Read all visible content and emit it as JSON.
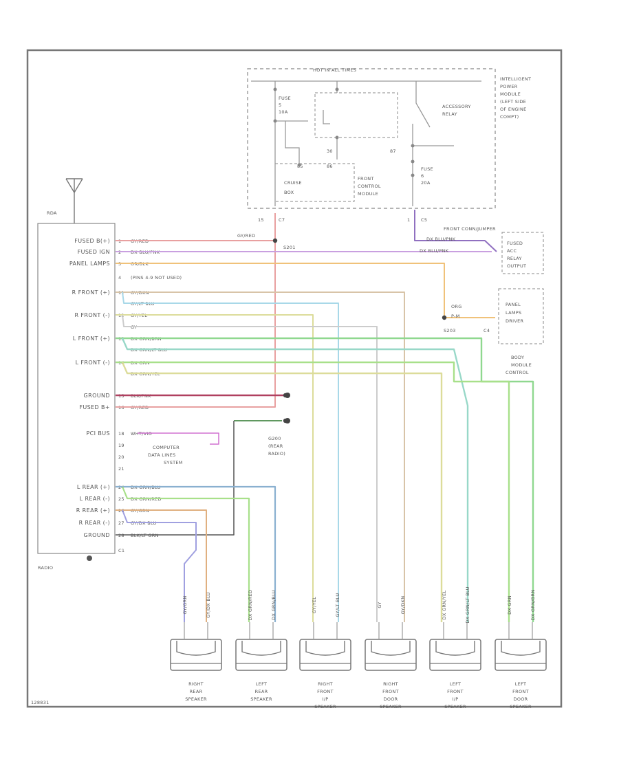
{
  "colors": {
    "red": "#e8a0a0",
    "violet": "#c9a0e0",
    "orange": "#f0c27a",
    "tan": "#d8c4a8",
    "lightblue": "#a8d8e8",
    "yellow": "#dcdc9a",
    "gray": "#cccccc",
    "green": "#8fd88f",
    "darkgreen": "#4a8a4a",
    "lime": "#a8e08a",
    "teal": "#98d8c8",
    "outline": "#777777",
    "darkred": "#b04060",
    "steel": "#8ab0d0",
    "purple": "#9070c0",
    "magenta": "#d070d0"
  },
  "ipm": {
    "box_title": "HOT IN ALL TIMES",
    "module_label": [
      "INTELLIGENT",
      "POWER",
      "MODULE",
      "(LEFT SIDE",
      "OF ENGINE",
      "COMPT)"
    ],
    "fuse_a": [
      "FUSE",
      "5",
      "10A"
    ],
    "relay_label": [
      "ACCESSORY",
      "RELAY"
    ],
    "fuse_b": [
      "FUSE",
      "6",
      "20A"
    ],
    "pcm_label": [
      "FRONT",
      "CONTROL",
      "MODULE"
    ],
    "cruise_label": [
      "CRUISE",
      "BOX"
    ],
    "pin_labels": [
      "30",
      "87",
      "86",
      "85"
    ],
    "connector_left": [
      "15",
      "C7"
    ],
    "connector_right": [
      "1",
      "C5"
    ]
  },
  "splices": {
    "top": "S201",
    "mid": "S203",
    "mid_conn": "C4"
  },
  "antenna_label": "RDA",
  "radio": {
    "label": "RADIO",
    "pins": [
      {
        "name": "FUSED B(+)",
        "num": "1",
        "wire": "GY/RED"
      },
      {
        "name": "FUSED IGN",
        "num": "2",
        "wire": "DX BLU/PNK"
      },
      {
        "name": "PANEL LAMPS",
        "num": "3",
        "wire": "OR/BLK"
      },
      {
        "name": "",
        "num": "4",
        "wire": "(PINS 4-9 NOT USED)"
      },
      {
        "name": "R FRONT (+)",
        "num": "11",
        "wire": "GY/DKN"
      },
      {
        "name": "",
        "num": "",
        "wire": "GY/LT BLU"
      },
      {
        "name": "R FRONT (-)",
        "num": "12",
        "wire": "GY/YEL"
      },
      {
        "name": "",
        "num": "",
        "wire": "GY"
      },
      {
        "name": "L FRONT (+)",
        "num": "13",
        "wire": "DX GRN/BRN"
      },
      {
        "name": "",
        "num": "",
        "wire": "DX GRN/LT BLU"
      },
      {
        "name": "L FRONT (-)",
        "num": "14",
        "wire": "DX GRN"
      },
      {
        "name": "",
        "num": "",
        "wire": "DX GRN/YEL"
      },
      {
        "name": "GROUND",
        "num": "15",
        "wire": "BLK/PNK"
      },
      {
        "name": "FUSED B+",
        "num": "16",
        "wire": "GY/RED"
      },
      {
        "name": "PCI BUS",
        "num": "18",
        "wire": "WHT/VIO"
      },
      {
        "name": "",
        "num": "19",
        "wire": ""
      },
      {
        "name": "",
        "num": "20",
        "wire": ""
      },
      {
        "name": "",
        "num": "21",
        "wire": ""
      },
      {
        "name": "L REAR (+)",
        "num": "24",
        "wire": "DX GRN/BLU"
      },
      {
        "name": "L REAR (-)",
        "num": "25",
        "wire": "DX GRN/RED"
      },
      {
        "name": "R REAR (+)",
        "num": "26",
        "wire": "GY/GRN"
      },
      {
        "name": "R REAR (-)",
        "num": "27",
        "wire": "GY/DX BLU"
      },
      {
        "name": "GROUND",
        "num": "28",
        "wire": "BLK/LT GRN"
      }
    ],
    "connector": "C1"
  },
  "wire_tags": {
    "top_red": "GY/RED",
    "ipm_violet": "DX BLU/PNK",
    "ipm_violet2": "DX BLU/PNK",
    "panel_orange": [
      "ORG",
      "P-M"
    ]
  },
  "modules": {
    "front_conn": "FRONT CONN/JUMPER",
    "fuses_relay": [
      "FUSED",
      "ACC",
      "RELAY",
      "OUTPUT"
    ],
    "panel_lamps": [
      "PANEL",
      "LAMPS",
      "DRIVER"
    ],
    "body_control": [
      "BODY",
      "MODULE",
      "CONTROL"
    ],
    "computer_data": [
      "COMPUTER",
      "DATA LINES",
      "SYSTEM"
    ],
    "ground_rear": [
      "G200",
      "(REAR",
      "RADIO)"
    ]
  },
  "speakers": [
    {
      "label": [
        "RIGHT",
        "REAR",
        "SPEAKER"
      ],
      "wires": [
        "GY/GRN",
        "GY/DX BLU"
      ]
    },
    {
      "label": [
        "LEFT",
        "REAR",
        "SPEAKER"
      ],
      "wires": [
        "DX GRN/RED",
        "DX GRN/BLU"
      ]
    },
    {
      "label": [
        "RIGHT",
        "FRONT",
        "I/P",
        "SPEAKER"
      ],
      "wires": [
        "GY/YEL",
        "GY/LT BLU"
      ]
    },
    {
      "label": [
        "RIGHT",
        "FRONT",
        "DOOR",
        "SPEAKER"
      ],
      "wires": [
        "GY",
        "GY/DKN"
      ]
    },
    {
      "label": [
        "LEFT",
        "FRONT",
        "I/P",
        "SPEAKER"
      ],
      "wires": [
        "DX GRN/YEL",
        "DX GRN/LT BLU"
      ]
    },
    {
      "label": [
        "LEFT",
        "FRONT",
        "DOOR",
        "SPEAKER"
      ],
      "wires": [
        "DX GRN",
        "DX GRN/BRN"
      ]
    }
  ],
  "footer_code": "128831"
}
